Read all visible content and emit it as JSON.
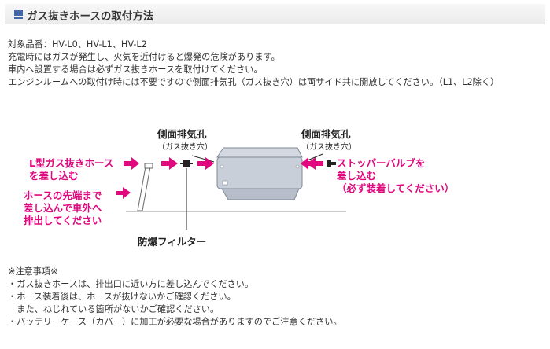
{
  "header": {
    "title": "ガス抜きホースの取付方法",
    "icon": "grid-icon",
    "icon_color": "#3b67b5"
  },
  "intro": [
    "対象品番：HV-L0、HV-L1、HV-L2",
    "充電時にはガスが発生し、火気を近付けると爆発の危険があります。",
    "車内へ設置する場合は必ずガス抜きホースを取付けてください。",
    "エンジンルームへの取付け時には不要ですので側面排気孔（ガス抜き穴）は両サイド共に開放してください。（L1、L2除く）"
  ],
  "diagram": {
    "accent_color": "#e0077f",
    "left_vent": {
      "title": "側面排気孔",
      "sub": "（ガス抜き穴）"
    },
    "right_vent": {
      "title": "側面排気孔",
      "sub": "（ガス抜き穴）"
    },
    "label_hose_line1": "L型ガス抜きホース",
    "label_hose_line2": "を差し込む",
    "label_tip_line1": "ホースの先端まで",
    "label_tip_line2": "差し込んで車外へ",
    "label_tip_line3": "排出してください",
    "label_stopper_line1": "ストッパーバルブを",
    "label_stopper_line2": "差し込む",
    "label_stopper_line3": "（必ず装着してください）",
    "label_filter": "防爆フィルター"
  },
  "notes": [
    "※注意事項※",
    "・ガス抜きホースは、排出口に近い方に差し込んでください。",
    "・ホース装着後は、ホースが抜けないかご確認ください。",
    "　また、ねじれている箇所がないかご確認ください。",
    "・バッテリーケース（カバー）に加工が必要な場合がありますのでご注意ください。"
  ]
}
